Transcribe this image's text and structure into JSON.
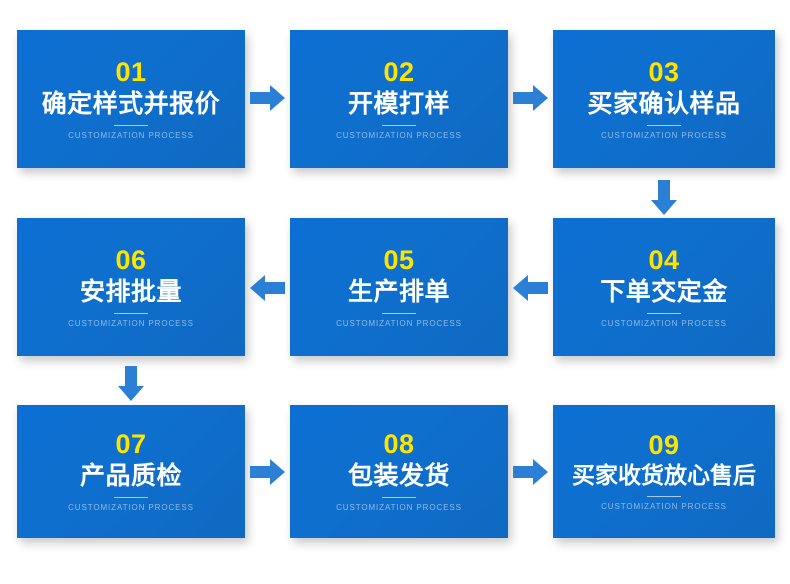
{
  "theme": {
    "box_gradient_start": "#0d6fd4",
    "box_gradient_end": "#0f69c1",
    "number_color": "#ffe400",
    "title_color": "#ffffff",
    "subtitle_color": "rgba(255,255,255,0.52)",
    "arrow_color": "#2b7fd4",
    "background": "#ffffff"
  },
  "common": {
    "subtitle": "CUSTOMIZATION PROCESS"
  },
  "steps": [
    {
      "number": "01",
      "title": "确定样式并报价",
      "subtitle": "CUSTOMIZATION PROCESS"
    },
    {
      "number": "02",
      "title": "开模打样",
      "subtitle": "CUSTOMIZATION PROCESS"
    },
    {
      "number": "03",
      "title": "买家确认样品",
      "subtitle": "CUSTOMIZATION PROCESS"
    },
    {
      "number": "04",
      "title": "下单交定金",
      "subtitle": "CUSTOMIZATION PROCESS"
    },
    {
      "number": "05",
      "title": "生产排单",
      "subtitle": "CUSTOMIZATION PROCESS"
    },
    {
      "number": "06",
      "title": "安排批量",
      "subtitle": "CUSTOMIZATION PROCESS"
    },
    {
      "number": "07",
      "title": "产品质检",
      "subtitle": "CUSTOMIZATION PROCESS"
    },
    {
      "number": "08",
      "title": "包装发货",
      "subtitle": "CUSTOMIZATION PROCESS"
    },
    {
      "number": "09",
      "title": "买家收货放心售后",
      "subtitle": "CUSTOMIZATION PROCESS"
    }
  ],
  "arrows": [
    {
      "name": "arrow-01-to-02",
      "direction": "right"
    },
    {
      "name": "arrow-02-to-03",
      "direction": "right"
    },
    {
      "name": "arrow-03-to-04",
      "direction": "down"
    },
    {
      "name": "arrow-04-to-05",
      "direction": "left"
    },
    {
      "name": "arrow-05-to-06",
      "direction": "left"
    },
    {
      "name": "arrow-06-to-07",
      "direction": "down"
    },
    {
      "name": "arrow-07-to-08",
      "direction": "right"
    },
    {
      "name": "arrow-08-to-09",
      "direction": "right"
    }
  ]
}
